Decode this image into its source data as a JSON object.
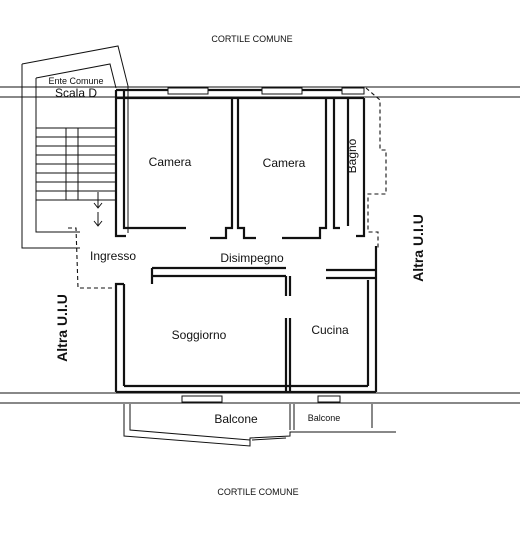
{
  "labels": {
    "courtyard_top": "CORTILE COMUNE",
    "courtyard_bottom": "CORTILE COMUNE",
    "ente": "Ente Comune",
    "scala": "Scala D",
    "camera_1": "Camera",
    "camera_2": "Camera",
    "bagno": "Bagno",
    "ingresso": "Ingresso",
    "disimpegno": "Disimpegno",
    "soggiorno": "Soggiorno",
    "cucina": "Cucina",
    "balcone_1": "Balcone",
    "balcone_2": "Balcone",
    "altra_left": "Altra U.I.U",
    "altra_right": "Altra U.I.U"
  }
}
